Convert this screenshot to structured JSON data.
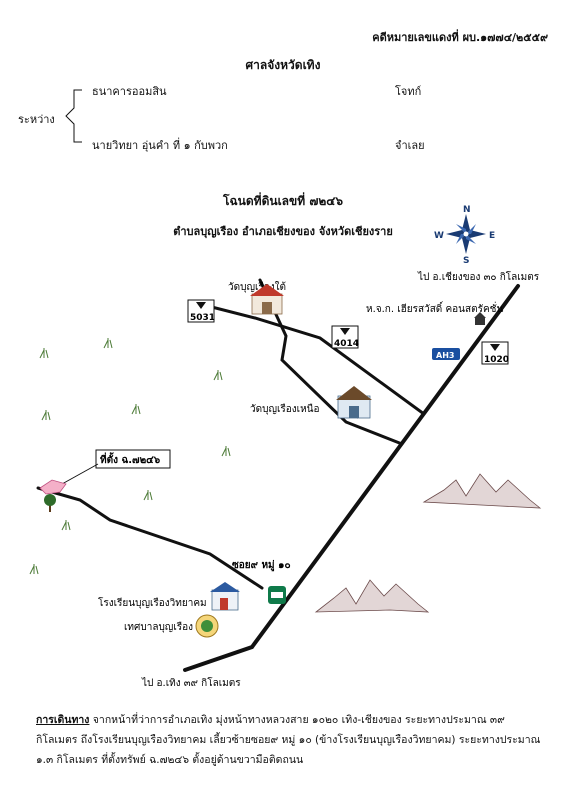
{
  "header": {
    "case_number": "คดีหมายเลขแดงที่ ผบ.๑๗๗๔/๒๕๕๙",
    "court": "ศาลจังหวัดเทิง",
    "between": "ระหว่าง",
    "plaintiff": "ธนาคารออมสิน",
    "plaintiff_role": "โจทก์",
    "defendant": "นายวิทยา  อุ่นคำ ที่ ๑ กับพวก",
    "defendant_role": "จำเลย"
  },
  "map": {
    "title": "โฉนดที่ดินเลขที่ ๗๒๔๖",
    "location": "ตำบลบุญเรือง อำเภอเชียงของ จังหวัดเชียงราย",
    "compass": {
      "n": "N",
      "s": "S",
      "e": "E",
      "w": "W"
    },
    "labels": {
      "to_chiang_khong": "ไป อ.เชียงของ ๓๐ กิโลเมตร",
      "wat_south": "วัดบุญเรืองใต้",
      "shop": "ห.จ.ก. เฮียรสวัสดิ์ คอนสตรัคชั่น",
      "wat_north": "วัดบุญเรืองเหนือ",
      "site": "ที่ตั้ง ฉ.๗๒๔๖",
      "soi": "ซอย๙ หมู่ ๑๐",
      "school": "โรงเรียนบุญเรืองวิทยาคม",
      "municipality": "เทศบาลบุญเรือง",
      "to_thoeng": "ไป อ.เทิง ๓๙ กิโลเมตร"
    },
    "road_signs": {
      "r5031": "5031",
      "r4014": "4014",
      "r1020": "1020",
      "ah3": "AH3"
    }
  },
  "directions": {
    "heading": "การเดินทาง",
    "text": " จากหน้าที่ว่าการอำเภอเทิง มุ่งหน้าทางหลวงสาย ๑๐๒๐ เทิง-เชียงของ ระยะทางประมาณ ๓๙ กิโลเมตร ถึงโรงเรียนบุญเรืองวิทยาคม เลี้ยวซ้ายซอย๙ หมู่ ๑๐ (ข้างโรงเรียนบุญเรืองวิทยาคม) ระยะทางประมาณ ๑.๓ กิโลเมตร ที่ตั้งทรัพย์ ฉ.๗๒๔๖ ตั้งอยู่ด้านขวามือติดถนน"
  }
}
